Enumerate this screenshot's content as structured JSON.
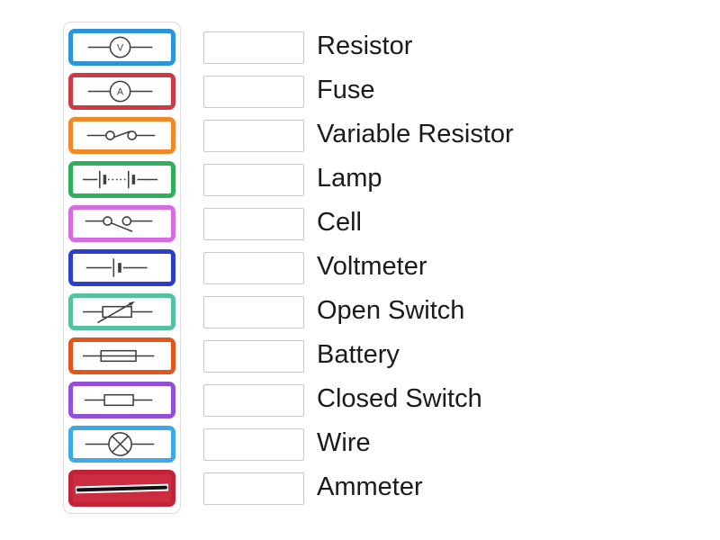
{
  "activity": {
    "cards": [
      {
        "symbol": "voltmeter",
        "color": "#2e93da",
        "letter": "V"
      },
      {
        "symbol": "ammeter",
        "color": "#cd3a46",
        "letter": "A"
      },
      {
        "symbol": "closed-switch",
        "color": "#f08a28"
      },
      {
        "symbol": "battery",
        "color": "#2fae5d"
      },
      {
        "symbol": "open-switch",
        "color": "#d76be0"
      },
      {
        "symbol": "cell",
        "color": "#2c3ecb"
      },
      {
        "symbol": "variable-resistor",
        "color": "#55c0a2"
      },
      {
        "symbol": "fuse",
        "color": "#e2561e"
      },
      {
        "symbol": "resistor",
        "color": "#9550da"
      },
      {
        "symbol": "lamp",
        "color": "#3fa9e5"
      },
      {
        "symbol": "wire",
        "color": "#cb2c40",
        "border_color": "#c32136"
      }
    ],
    "answers": [
      "Resistor",
      "Fuse",
      "Variable Resistor",
      "Lamp",
      "Cell",
      "Voltmeter",
      "Open Switch",
      "Battery",
      "Closed Switch",
      "Wire",
      "Ammeter"
    ]
  }
}
